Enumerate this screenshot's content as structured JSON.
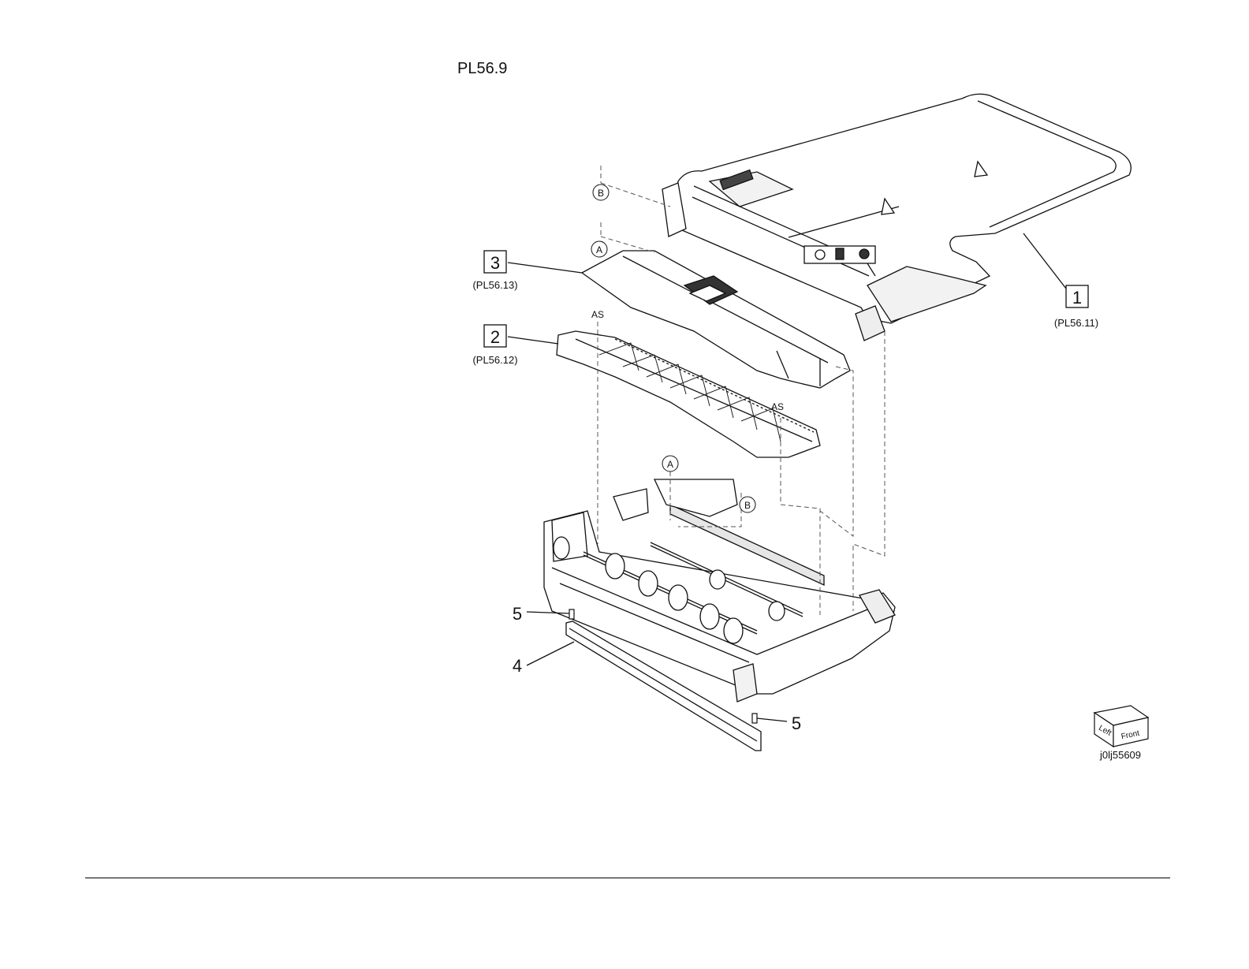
{
  "page": {
    "title": "PL56.9",
    "figure_code": "j0lj55609"
  },
  "callouts": {
    "part1": {
      "num": "1",
      "ref": "(PL56.11)"
    },
    "part2": {
      "num": "2",
      "ref": "(PL56.12)"
    },
    "part3": {
      "num": "3",
      "ref": "(PL56.13)"
    },
    "part4": {
      "num": "4"
    },
    "part5a": {
      "num": "5"
    },
    "part5b": {
      "num": "5"
    }
  },
  "markers": {
    "b_top": "B",
    "a_top": "A",
    "a_mid": "A",
    "b_mid": "B",
    "as_left": "AS",
    "as_right": "AS"
  },
  "orientation_cube": {
    "left": "Left",
    "front": "Front"
  },
  "colors": {
    "line": "#111111",
    "dash": "#555555",
    "fill": "#ffffff",
    "shade": "#dcdcdc"
  }
}
